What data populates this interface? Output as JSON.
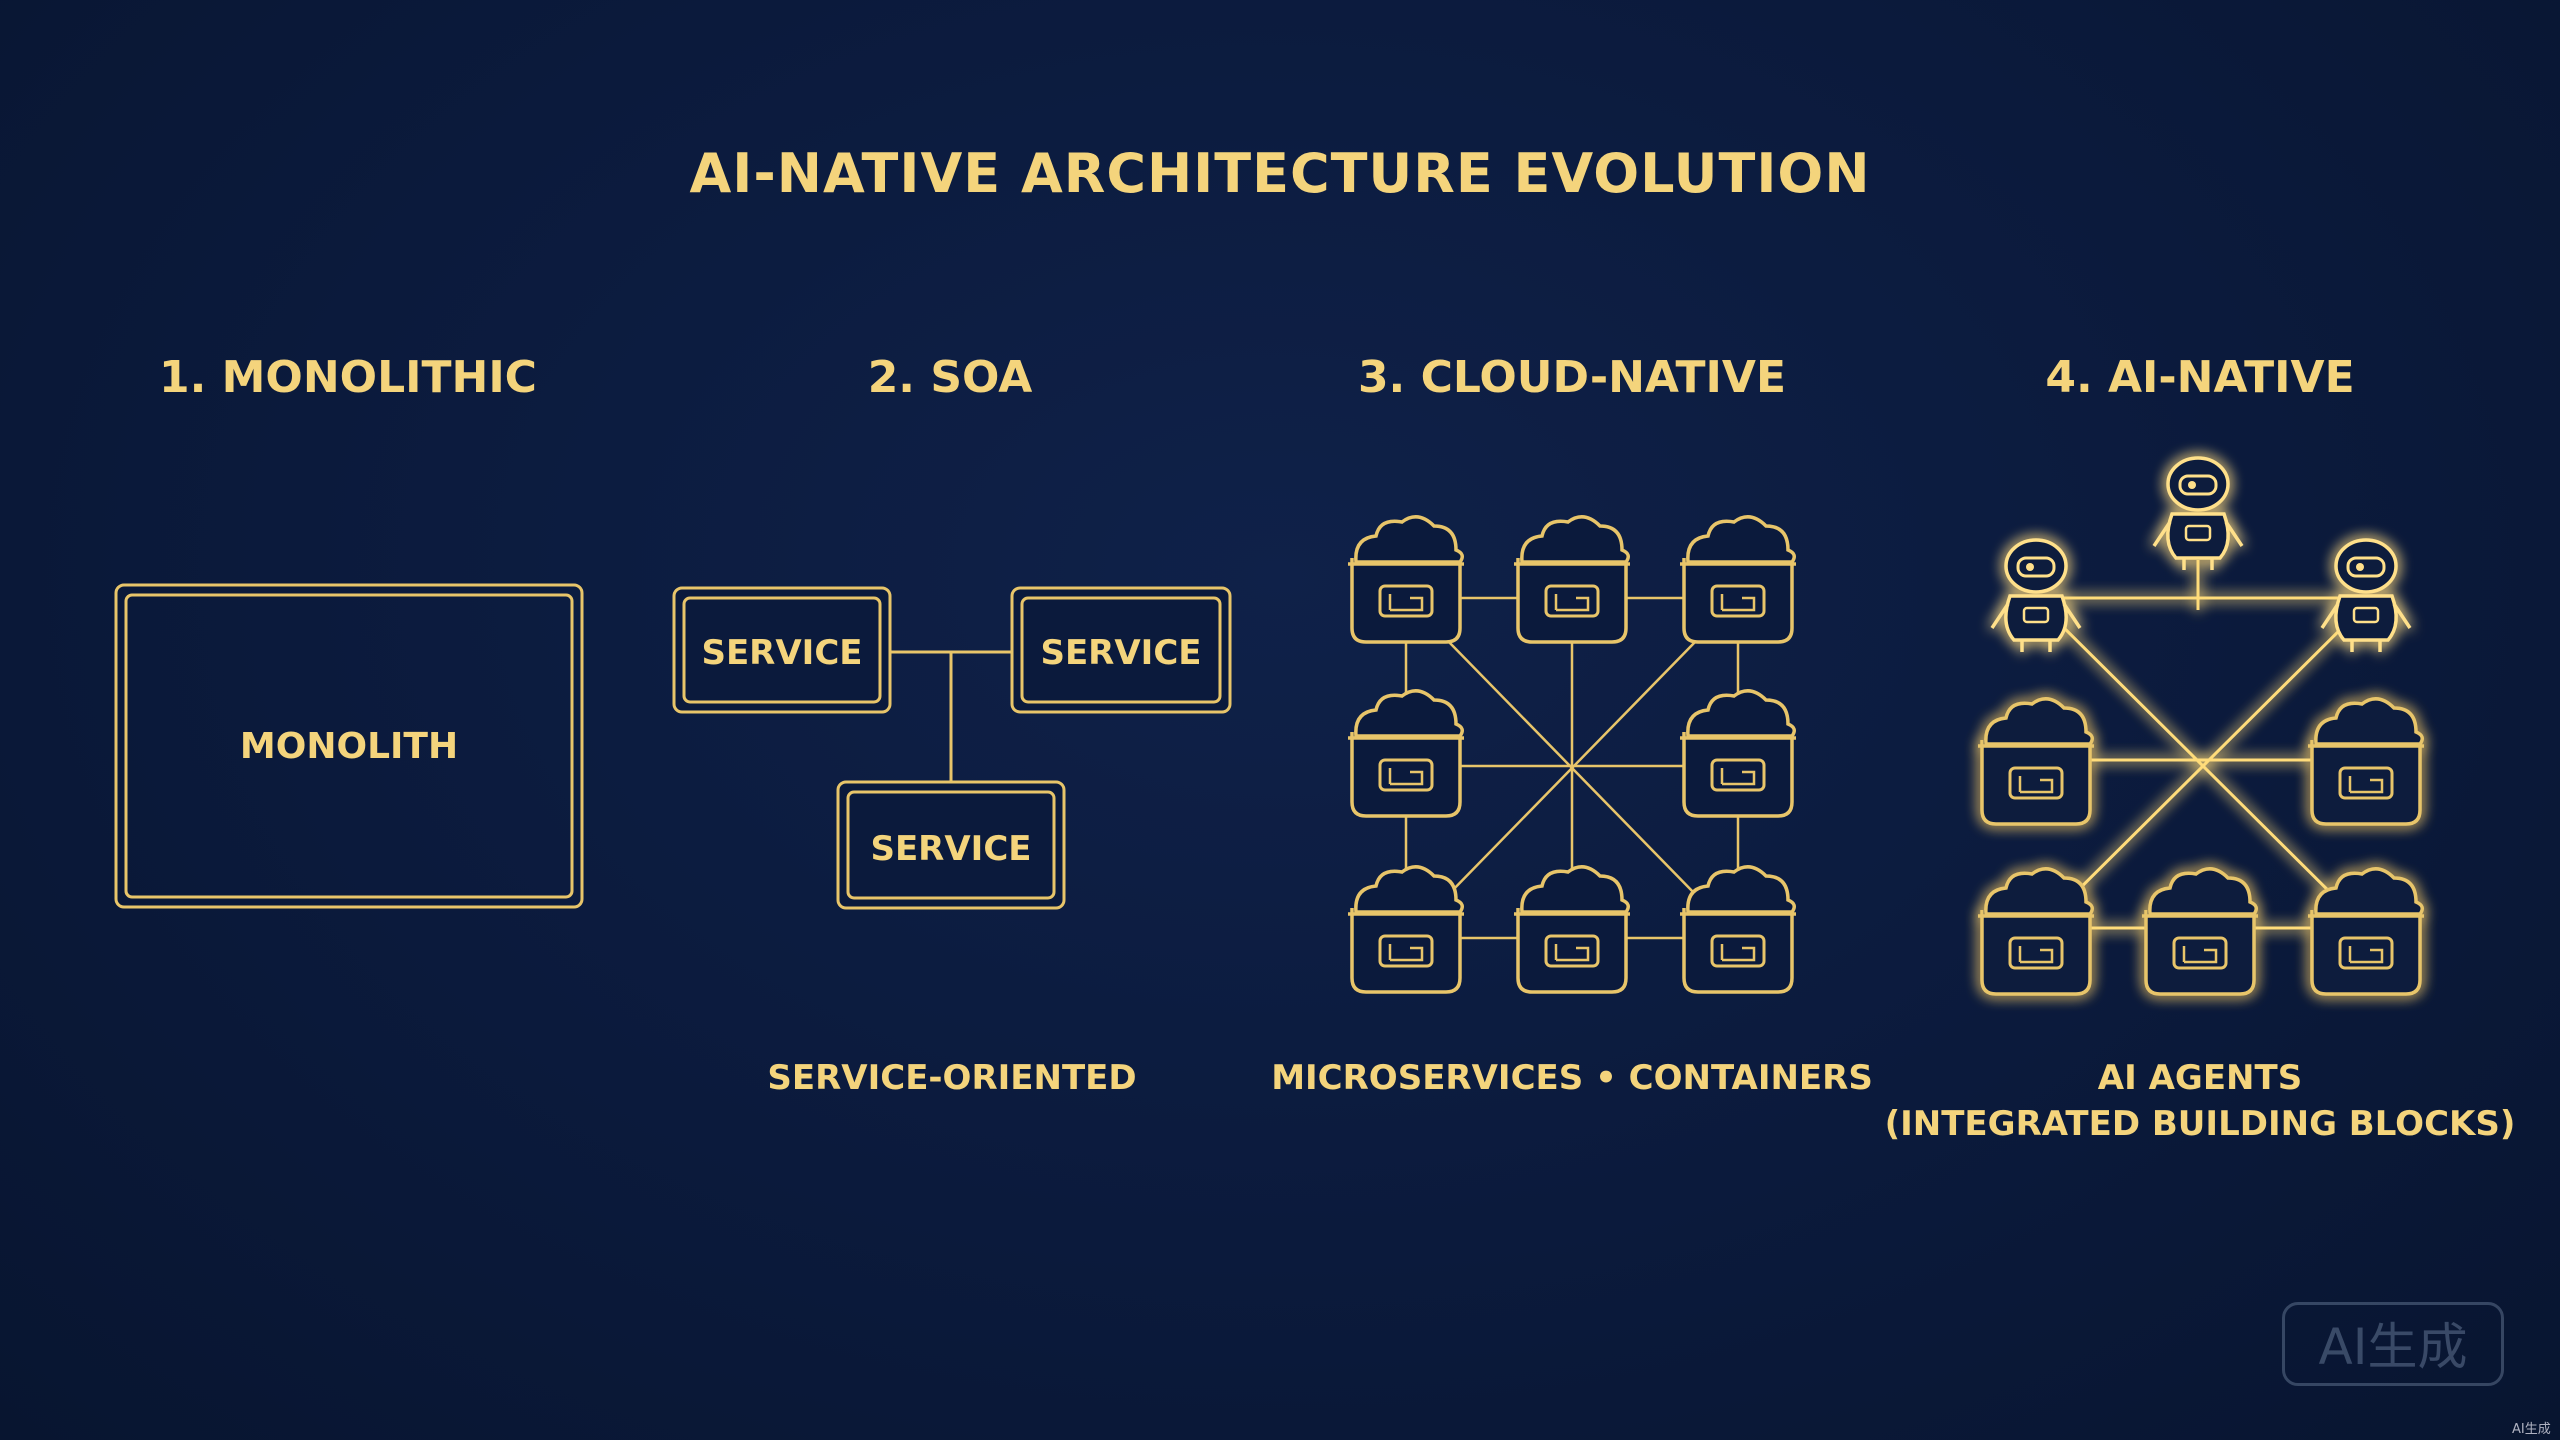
{
  "title": "AI-NATIVE ARCHITECTURE EVOLUTION",
  "stages": [
    {
      "heading": "1. MONOLITHIC",
      "box_label": "MONOLITH",
      "caption_lines": []
    },
    {
      "heading": "2. SOA",
      "service_label": "SERVICE",
      "caption_lines": [
        "SERVICE-ORIENTED"
      ]
    },
    {
      "heading": "3. CLOUD-NATIVE",
      "caption_lines": [
        "MICROSERVICES • CONTAINERS"
      ]
    },
    {
      "heading": "4. AI-NATIVE",
      "caption_lines": [
        "AI AGENTS",
        "(INTEGRATED BUILDING BLOCKS)"
      ]
    }
  ],
  "watermark": "AI生成",
  "corner_mark": "AI生成",
  "colors": {
    "line": "#e8c56a",
    "glow": "#ffd56b",
    "background": "#0b1a3c"
  },
  "icons": {
    "container": "cloud-container-icon",
    "agent": "robot-agent-icon"
  }
}
